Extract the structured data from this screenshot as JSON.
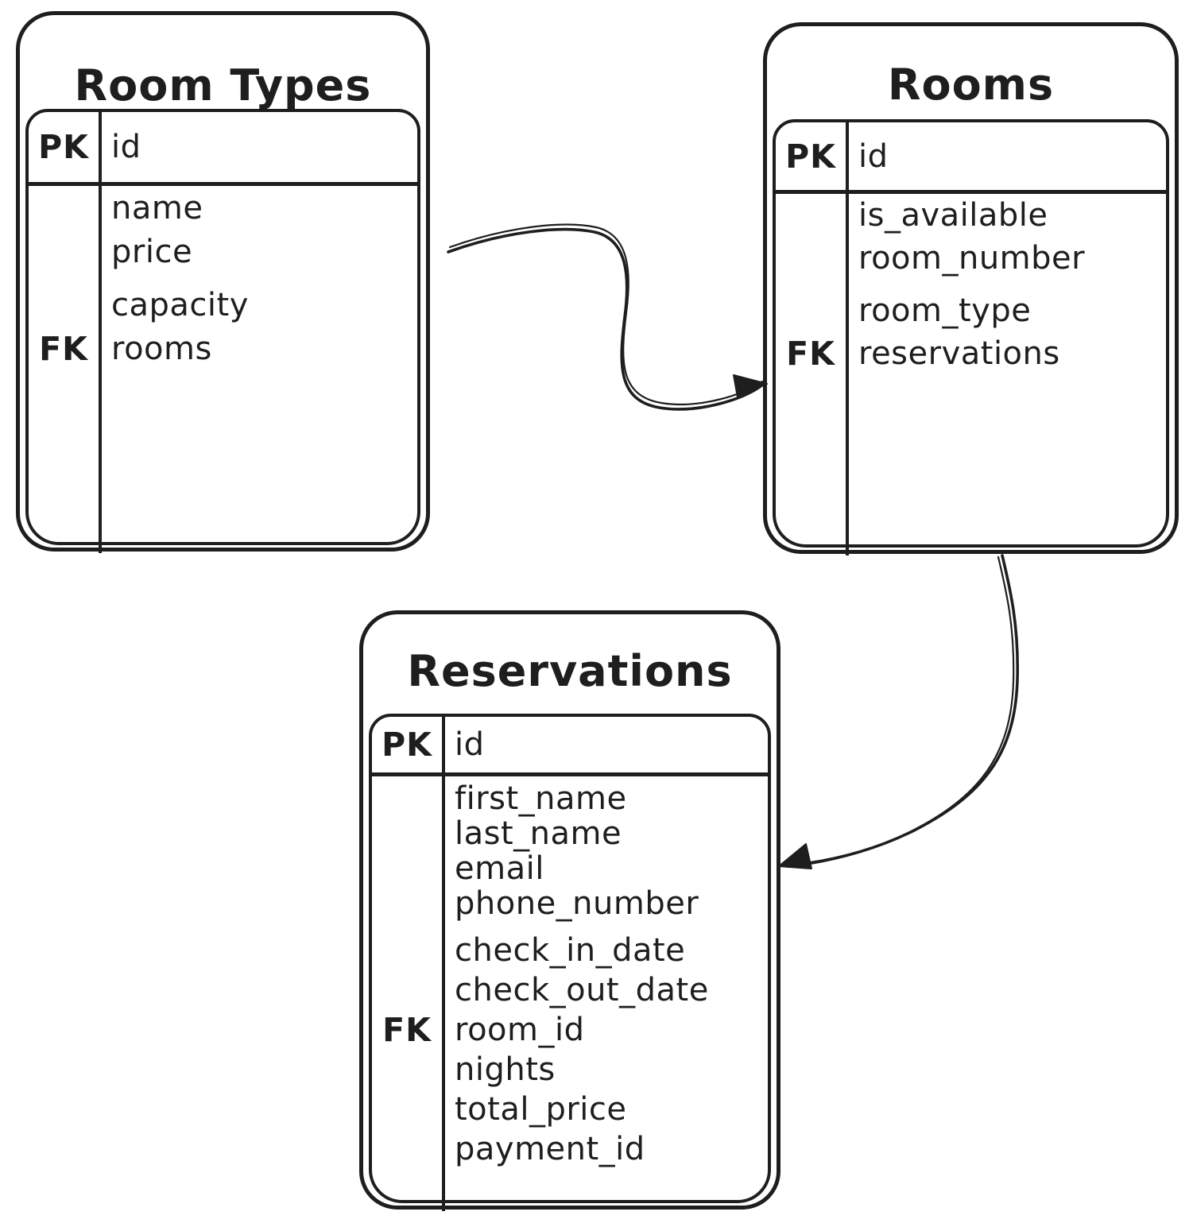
{
  "diagram": {
    "background": "#ffffff",
    "stroke_color": "#1e1e1e",
    "tables": [
      {
        "title": "Room Types",
        "primary_key": {
          "key": "PK",
          "field": "id"
        },
        "rows": [
          {
            "key": "",
            "field": "name"
          },
          {
            "key": "",
            "field": "price"
          },
          {
            "key": "",
            "field": "capacity"
          },
          {
            "key": "FK",
            "field": "rooms"
          }
        ]
      },
      {
        "title": "Rooms",
        "primary_key": {
          "key": "PK",
          "field": "id"
        },
        "rows": [
          {
            "key": "",
            "field": "is_available"
          },
          {
            "key": "",
            "field": "room_number"
          },
          {
            "key": "",
            "field": "room_type"
          },
          {
            "key": "FK",
            "field": "reservations"
          }
        ]
      },
      {
        "title": "Reservations",
        "primary_key": {
          "key": "PK",
          "field": "id"
        },
        "rows": [
          {
            "key": "",
            "field": "first_name"
          },
          {
            "key": "",
            "field": "last_name"
          },
          {
            "key": "",
            "field": "email"
          },
          {
            "key": "",
            "field": "phone_number"
          },
          {
            "key": "",
            "field": "check_in_date"
          },
          {
            "key": "",
            "field": "check_out_date"
          },
          {
            "key": "FK",
            "field": "room_id"
          },
          {
            "key": "",
            "field": "nights"
          },
          {
            "key": "",
            "field": "total_price"
          },
          {
            "key": "",
            "field": "payment_id"
          }
        ]
      }
    ],
    "relations": [
      {
        "from": "Room Types",
        "to": "Rooms"
      },
      {
        "from": "Rooms",
        "to": "Reservations"
      }
    ]
  }
}
